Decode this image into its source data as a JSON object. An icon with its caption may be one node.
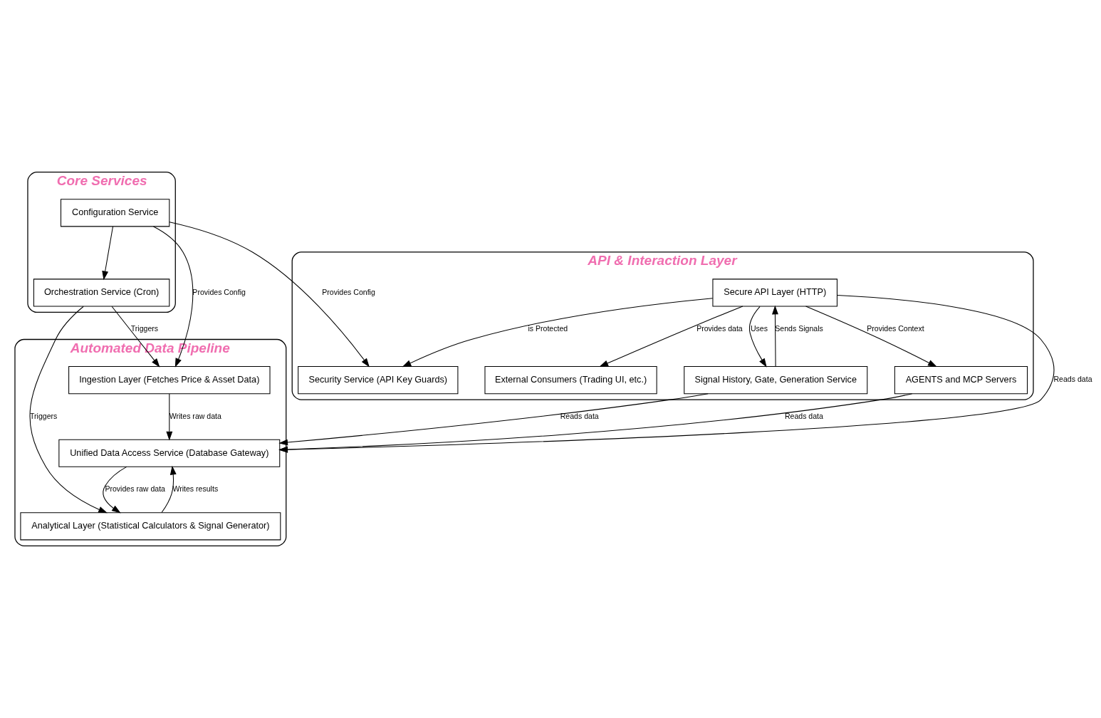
{
  "diagram": {
    "nodes": [
      {
        "text": [
          "Core Services"
        ]
      },
      {
        "text": [
          "Configuration Service"
        ],
        "in": 0
      },
      {
        "text": [
          "Orchestration Service (Cron)"
        ],
        "in": 0
      },
      {
        "text": [
          "API & Interaction Layer"
        ]
      },
      {
        "text": [
          "Security Service (API Key Guards)"
        ],
        "in": 3
      },
      {
        "text": [
          "Secure API Layer (HTTP)"
        ],
        "in": 3
      },
      {
        "text": [
          "Signal History, Gate, Generation Service"
        ],
        "in": 3
      },
      {
        "text": [
          "External Consumers (Trading UI, etc.)"
        ],
        "in": 3
      },
      {
        "text": [
          "AGENTS and MCP Servers"
        ],
        "in": 3
      },
      {
        "text": [
          "Automated Data Pipeline"
        ]
      },
      {
        "text": [
          "Ingestion Layer (Fetches Price & Asset Data)"
        ],
        "in": 9
      },
      {
        "text": [
          "Unified Data Access Service (Database Gateway)"
        ],
        "in": 9
      },
      {
        "text": [
          "Analytical Layer (Statistical Calculators & Signal Generator)"
        ],
        "in": 9
      }
    ],
    "edges": [
      {
        "from": 1,
        "to": 4,
        "arrow": "to",
        "label": "Provides Config"
      },
      {
        "from": 1,
        "to": 10,
        "arrow": "to",
        "label": "Provides Config"
      },
      {
        "from": 1,
        "to": 2,
        "arrow": "to"
      },
      {
        "from": 2,
        "to": 10,
        "arrow": "to",
        "label": "Triggers"
      },
      {
        "from": 2,
        "to": 12,
        "arrow": "to",
        "label": "Triggers"
      },
      {
        "from": 5,
        "to": 4,
        "arrow": "to",
        "label": "is Protected"
      },
      {
        "from": 5,
        "to": 11,
        "arrow": "to",
        "label": "Reads data"
      },
      {
        "from": 6,
        "to": 5,
        "arrow": "to",
        "label": "Sends Signals"
      },
      {
        "from": 5,
        "to": 6,
        "arrow": "to",
        "label": "Uses"
      },
      {
        "from": 5,
        "to": 7,
        "arrow": "to",
        "label": "Provides data"
      },
      {
        "from": 5,
        "to": 8,
        "arrow": "to",
        "label": "Provides Context"
      },
      {
        "from": 8,
        "to": 11,
        "arrow": "to",
        "label": "Reads data"
      },
      {
        "from": 6,
        "to": 11,
        "arrow": "to",
        "label": "Reads data"
      },
      {
        "from": 10,
        "to": 11,
        "arrow": "to",
        "label": "Writes raw data"
      },
      {
        "from": 12,
        "to": 11,
        "arrow": "to",
        "label": "Writes results"
      },
      {
        "from": 11,
        "to": 12,
        "arrow": "to",
        "label": "Provides raw data"
      }
    ]
  }
}
